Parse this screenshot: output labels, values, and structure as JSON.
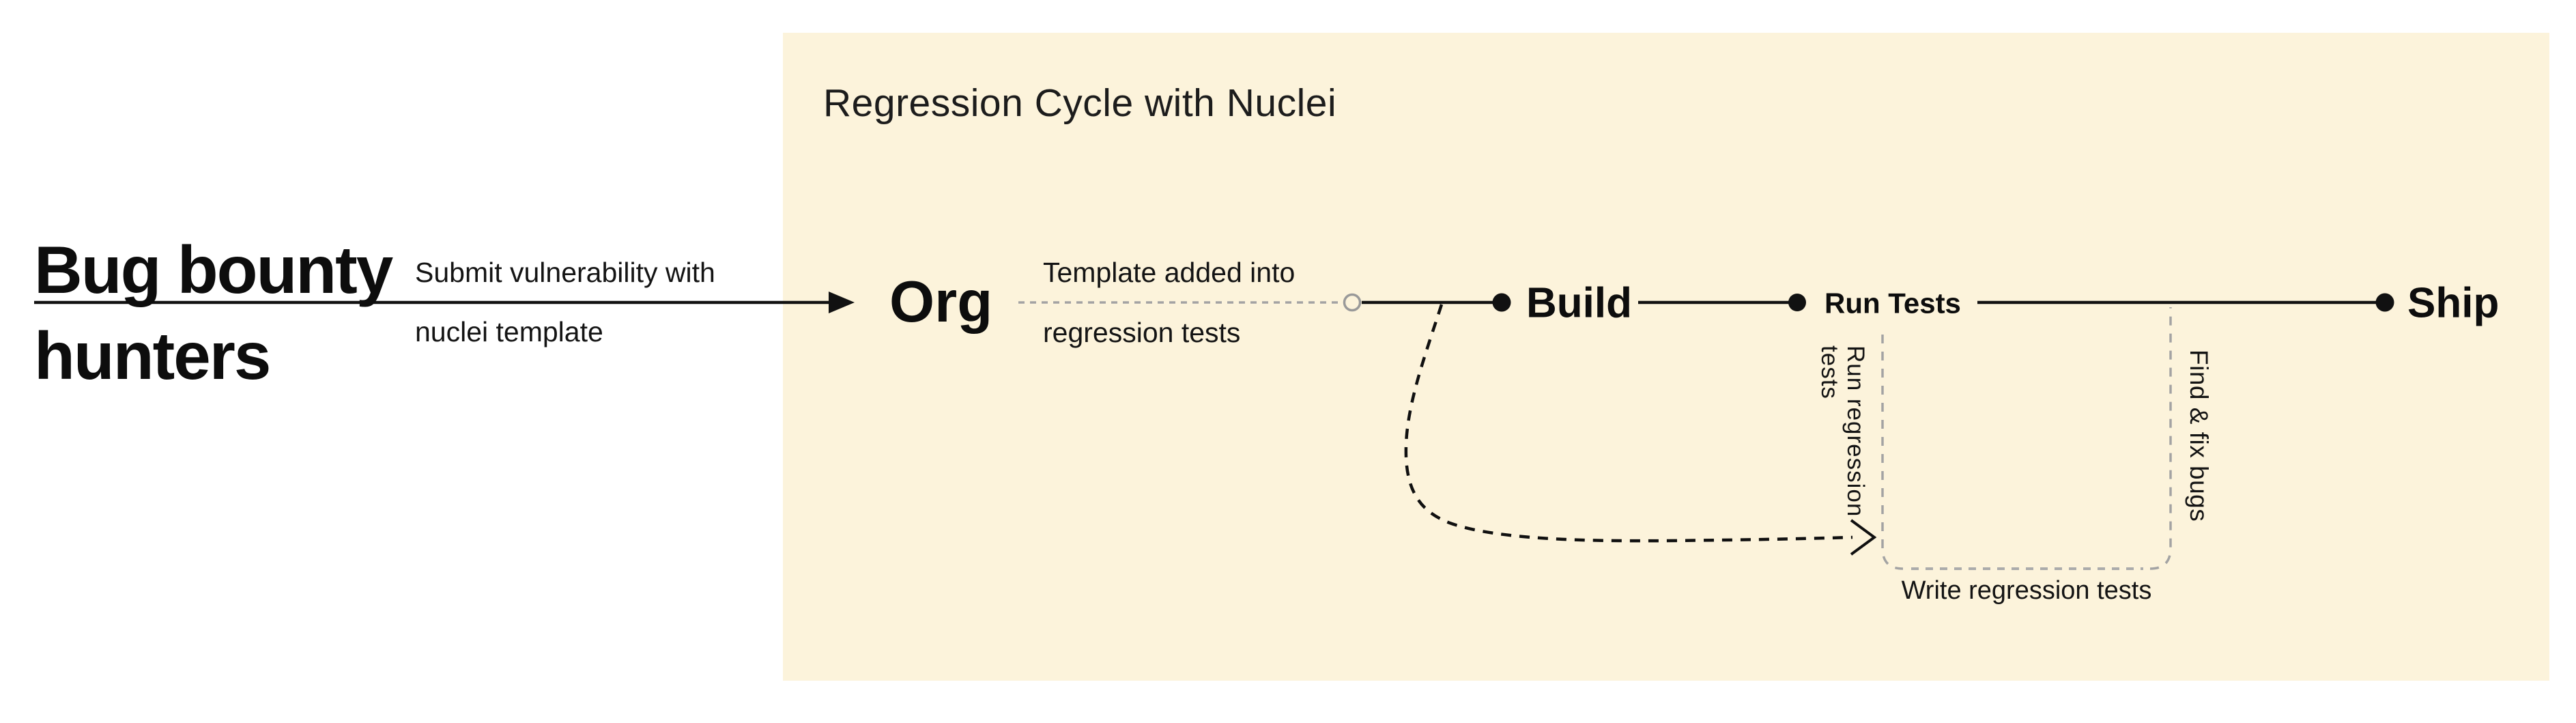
{
  "colors": {
    "background": "#ffffff",
    "panel_background": "#FCF3DB",
    "line_black": "#111111",
    "line_gray": "#A3A3A3",
    "text": "#111111"
  },
  "panel": {
    "title": "Regression Cycle with Nuclei"
  },
  "left_section": {
    "headline_line1": "Bug bounty",
    "headline_line2": "hunters",
    "arrow_label_line1": "Submit vulnerability with",
    "arrow_label_line2": "nuclei template"
  },
  "pipeline": {
    "org_label": "Org",
    "org_connector_label_line1": "Template added into",
    "org_connector_label_line2": "regression tests",
    "build_label": "Build",
    "run_tests_label": "Run Tests",
    "ship_label": "Ship"
  },
  "loops": {
    "run_regression_line1": "Run regression",
    "run_regression_line2": "tests",
    "find_fix_label": "Find & fix bugs",
    "write_tests_label": "Write regression tests"
  }
}
